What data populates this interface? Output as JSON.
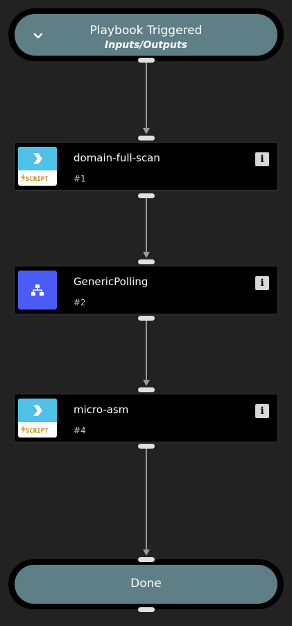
{
  "start": {
    "title": "Playbook Triggered",
    "subtitle": "Inputs/Outputs"
  },
  "tasks": [
    {
      "title": "domain-full-scan",
      "id": "#1",
      "icon": "script",
      "icon_label": "SCRIPT"
    },
    {
      "title": "GenericPolling",
      "id": "#2",
      "icon": "sub-playbook"
    },
    {
      "title": "micro-asm",
      "id": "#4",
      "icon": "script",
      "icon_label": "SCRIPT"
    }
  ],
  "info_label": "i",
  "end": {
    "title": "Done"
  },
  "colors": {
    "background": "#222222",
    "pill": "#5f7f86",
    "script_header": "#4fc0e8",
    "script_text": "#c98a12",
    "subplaybook": "#4a5cf5"
  }
}
